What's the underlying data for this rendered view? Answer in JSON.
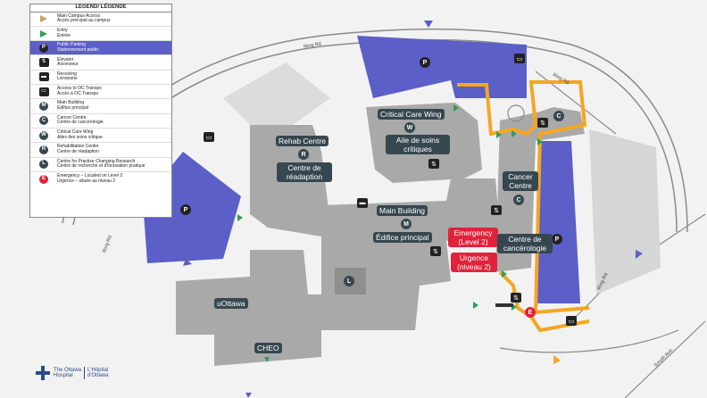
{
  "legend": {
    "title": "LEGEND/ LÉGENDE",
    "rows": [
      {
        "icon": "main-access-arrow",
        "en": "Main Campus Access",
        "fr": "Accès principal au campus"
      },
      {
        "icon": "entry-arrow",
        "en": "Entry",
        "fr": "Entrée"
      },
      {
        "icon": "parking-icon",
        "sym": "P",
        "en": "Public Parking",
        "fr": "Stationnement public"
      },
      {
        "icon": "elevator-icon",
        "sym": "⇅",
        "en": "Elevator",
        "fr": "Ascenseur"
      },
      {
        "icon": "receiving-truck-icon",
        "sym": "▬",
        "en": "Receiving",
        "fr": "Livraisons"
      },
      {
        "icon": "bus-icon",
        "sym": "▭",
        "en": "Access to OC Transpo",
        "fr": "Accès à OC Transpo"
      },
      {
        "icon": "main-building-icon",
        "sym": "M",
        "en": "Main Building",
        "fr": "Édifice principal"
      },
      {
        "icon": "cancer-centre-icon",
        "sym": "C",
        "en": "Cancer Centre",
        "fr": "Centre de cancérologie"
      },
      {
        "icon": "critical-care-icon",
        "sym": "W",
        "en": "Critical Care Wing",
        "fr": "Ailes des soins critique"
      },
      {
        "icon": "rehab-centre-icon",
        "sym": "R",
        "en": "Rehabilitation Centre",
        "fr": "Centre de réadaption"
      },
      {
        "icon": "practice-changing-research-icon",
        "sym": "L",
        "en": "Centre for Practise Changing Research",
        "fr": "Centre de recherche et d'innovation pratique"
      },
      {
        "icon": "emergency-icon",
        "sym": "E",
        "en": "Emergency – Located on Level 2",
        "fr": "Urgence – située au niveau 2"
      }
    ]
  },
  "buildings": {
    "critical_care": "Critical Care Wing",
    "critical_care_fr": "Aile de soins critiques",
    "rehab": "Rehab Centre",
    "rehab_fr": "Centre de réadaption",
    "main": "Main Building",
    "main_fr": "Édifice principal",
    "emergency": "Emergency (Level 2)",
    "emergency_fr": "Urgence (niveau 2)",
    "cancer": "Cancer Centre",
    "cancer_fr": "Centre de cancérologie",
    "uottawa": "uOttawa",
    "cheo": "CHEO"
  },
  "icons": {
    "W": "W",
    "R": "R",
    "M": "M",
    "C": "C",
    "L": "L",
    "E": "E",
    "P": "P"
  },
  "roads": {
    "ring_top": "Ring Rd.",
    "ring_left": "Ring Rd.",
    "ring_right": "Ring Rd.",
    "ring_mid": "Ring Rd.",
    "smyth": "Smyth Ave."
  },
  "logo": {
    "en_line1": "The Ottawa",
    "en_line2": "Hospital",
    "fr_line1": "L'Hôpital",
    "fr_line2": "d'Ottawa"
  },
  "colors": {
    "building": "#a9a9a9",
    "parking": "#5b5fc7",
    "route": "#f5a623",
    "label": "#36474f",
    "emergency": "#e0233a",
    "entry": "#2e9e5a"
  }
}
